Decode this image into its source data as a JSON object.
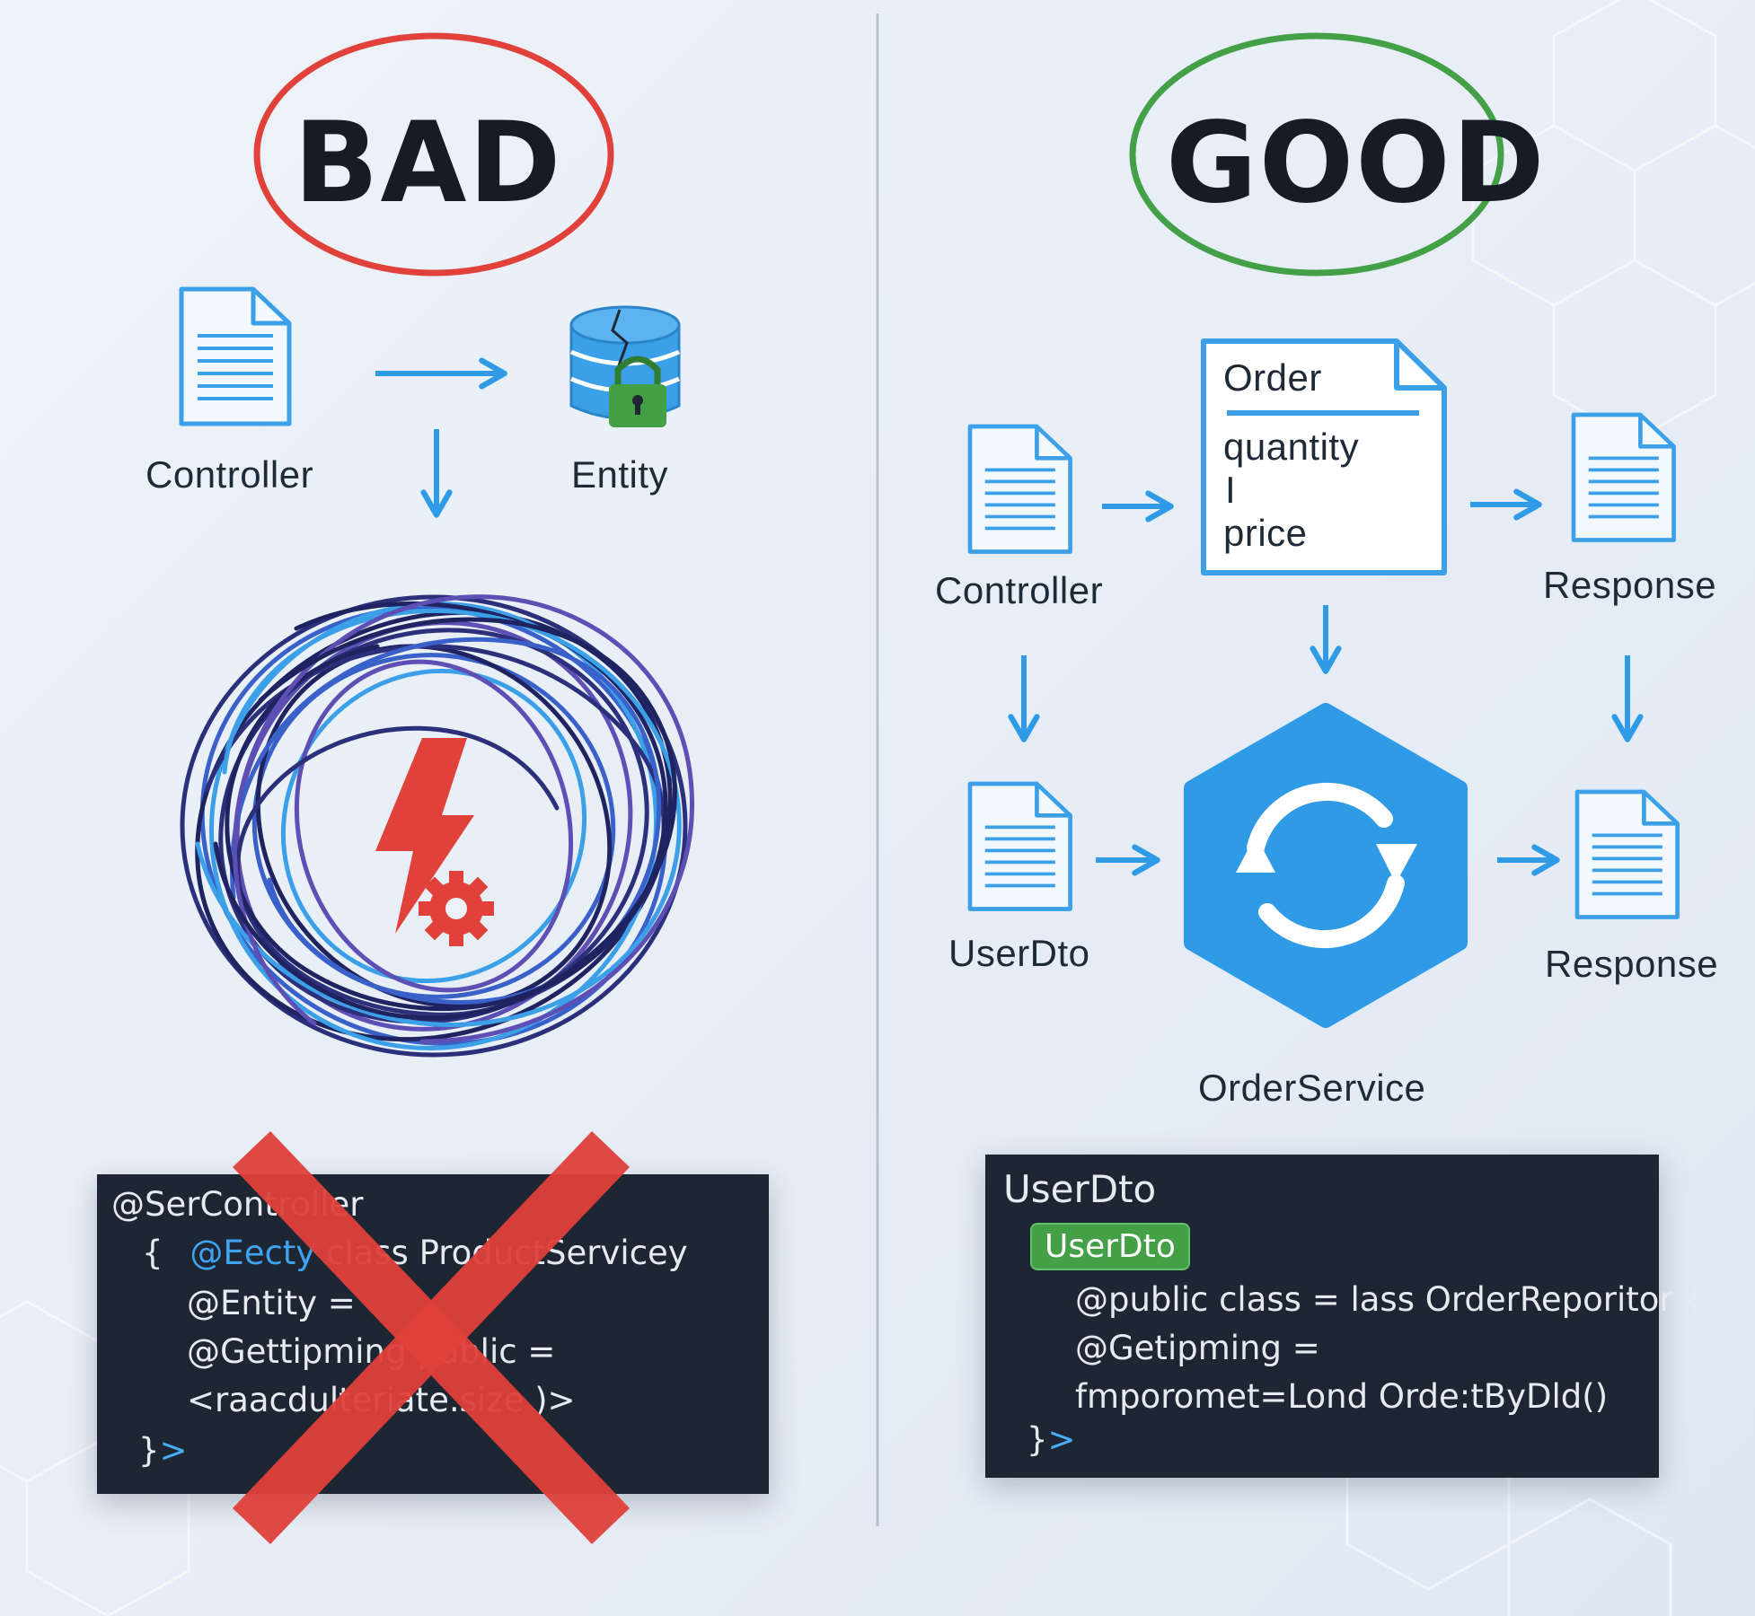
{
  "colors": {
    "bad_accent": "#e0413a",
    "good_accent": "#43a047",
    "arrow_blue": "#2f9be6",
    "icon_blue": "#3ba0e8",
    "service_hex": "#2f9be6",
    "code_bg": "#1f2633"
  },
  "bad": {
    "heading": "BAD",
    "controller_label": "Controller",
    "entity_label": "Entity",
    "icons": [
      "document-icon",
      "database-lock-icon",
      "tangled-wires-icon",
      "lightning-icon",
      "gear-icon",
      "red-x-icon"
    ],
    "code": {
      "line1": "@SerController",
      "line2_brace": "{",
      "line2_kw": "@Eecty",
      "line2_rest": " class ProductServicey",
      "line3": "@Entity =",
      "line4": "@Gettipming public =",
      "line5": "<raacdulteriate.size )>",
      "line6_brace": "}",
      "line6_prompt": ">"
    }
  },
  "good": {
    "heading": "GOOD",
    "controller_label": "Controller",
    "order_title": "Order",
    "order_field1": "quantity",
    "order_field_sep": "I",
    "order_field2": "price",
    "response_label_1": "Response",
    "response_label_2": "Response",
    "userdto_label": "UserDto",
    "service_label": "OrderService",
    "icons": [
      "document-icon",
      "sync-icon",
      "hexagon-icon"
    ],
    "code": {
      "title": "UserDto",
      "badge": "UserDto",
      "line1": "@public class = lass OrderReporitor {",
      "line2": "@Getipming =",
      "line3": "fmporomet=Lond Orde:tByDld()",
      "line4_brace": "}",
      "line4_prompt": ">"
    }
  }
}
